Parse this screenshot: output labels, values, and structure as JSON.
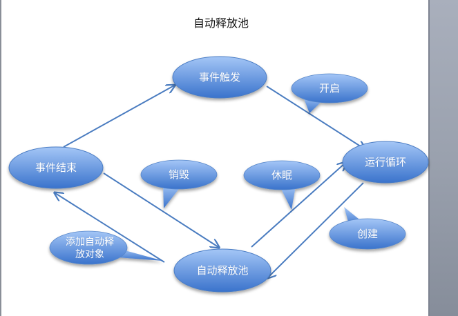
{
  "title": "自动释放池",
  "colors": {
    "node_top": "#9dc0f3",
    "node_bottom": "#3f78cf",
    "node_stroke": "#4a7cc4",
    "arrow": "#4a7cc0",
    "side_panel": "#9aa1ae"
  },
  "nodes": {
    "event_trigger": "事件触发",
    "run_loop": "运行循环",
    "event_end": "事件结束",
    "autorelease_pool": "自动释放池"
  },
  "callouts": {
    "open": "开启",
    "destroy": "销毁",
    "sleep": "休眠",
    "create": "创建",
    "add_object": "添加自动释放对象"
  },
  "edges": [
    {
      "from": "event_end",
      "to": "event_trigger"
    },
    {
      "from": "event_trigger",
      "to": "run_loop"
    },
    {
      "from": "event_end",
      "to": "autorelease_pool"
    },
    {
      "from": "autorelease_pool",
      "to": "run_loop"
    },
    {
      "from": "run_loop",
      "to": "autorelease_pool"
    },
    {
      "from": "autorelease_pool",
      "to": "event_end"
    }
  ]
}
